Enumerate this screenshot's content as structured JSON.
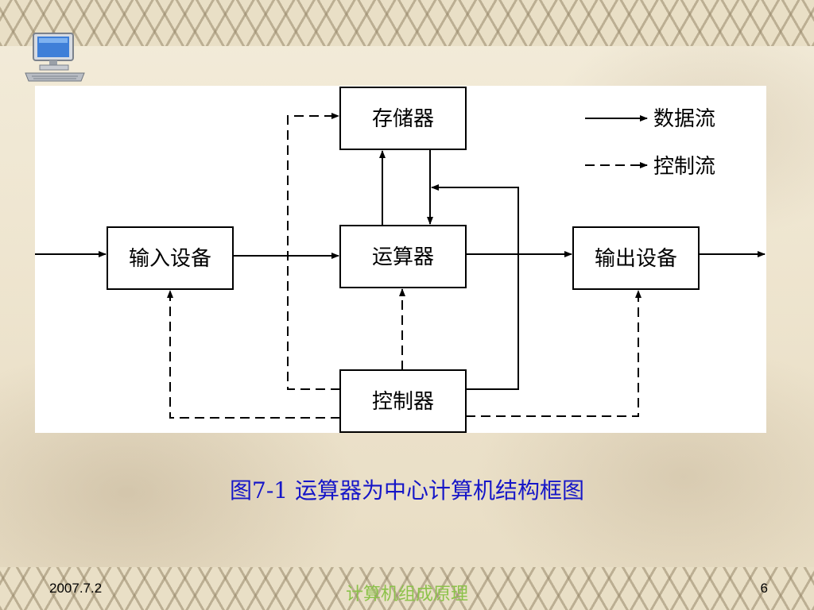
{
  "diagram": {
    "boxes": {
      "memory": "存储器",
      "alu": "运算器",
      "input": "输入设备",
      "output": "输出设备",
      "controller": "控制器"
    },
    "legend": {
      "data_flow": "数据流",
      "control_flow": "控制流"
    }
  },
  "caption": "图7-1  运算器为中心计算机结构框图",
  "footer": {
    "date": "2007.7.2",
    "title": "计算机组成原理",
    "page": "6"
  }
}
